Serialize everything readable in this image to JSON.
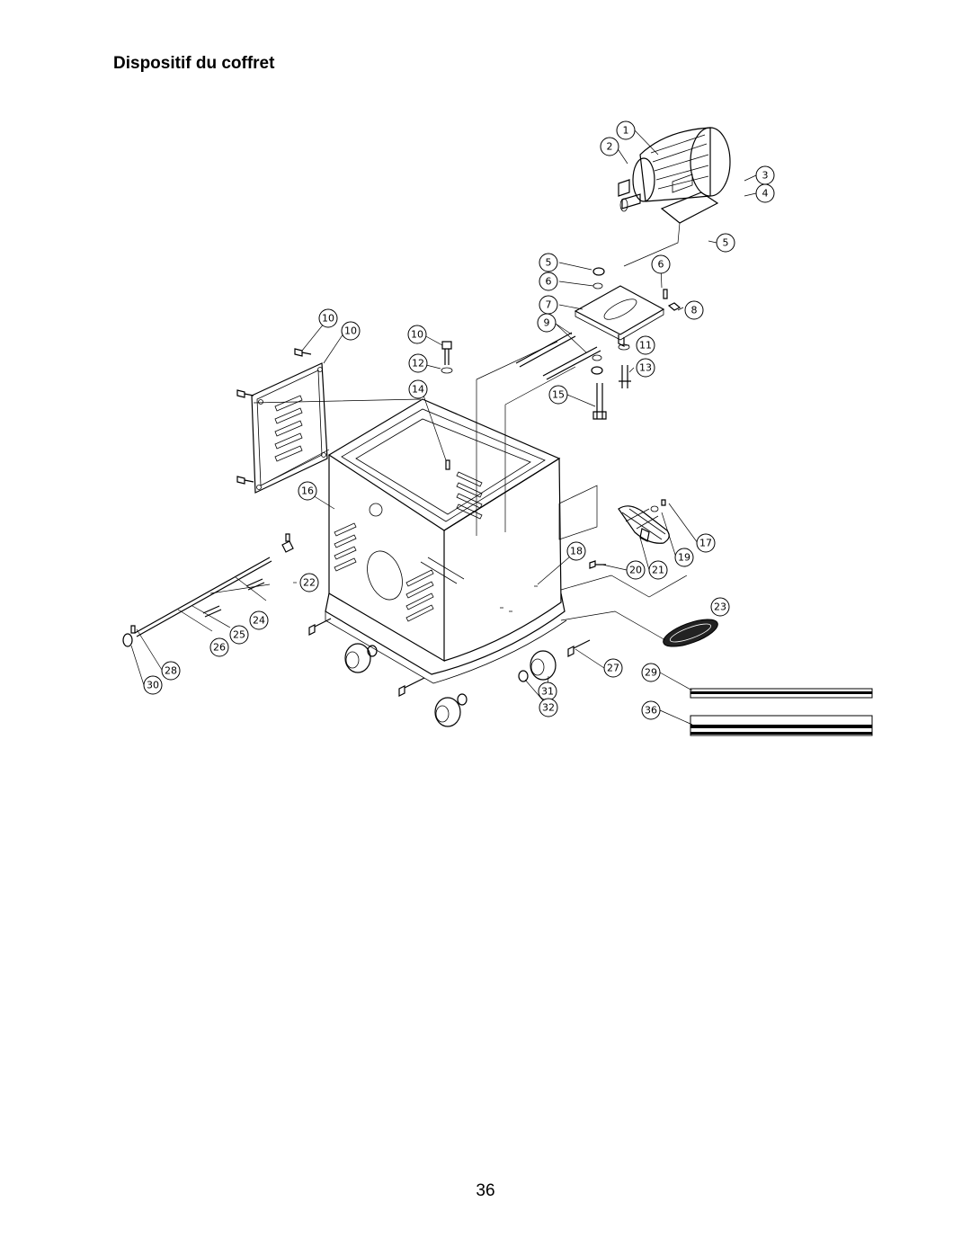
{
  "page": {
    "title": "Dispositif du coffret",
    "page_number": "36"
  },
  "diagram": {
    "callouts": [
      "1",
      "2",
      "3",
      "4",
      "5",
      "5",
      "6",
      "6",
      "7",
      "8",
      "9",
      "10",
      "10",
      "10",
      "11",
      "12",
      "13",
      "14",
      "15",
      "16",
      "17",
      "18",
      "19",
      "20",
      "21",
      "22",
      "23",
      "24",
      "25",
      "26",
      "27",
      "28",
      "29",
      "30",
      "31",
      "32",
      "36"
    ]
  }
}
